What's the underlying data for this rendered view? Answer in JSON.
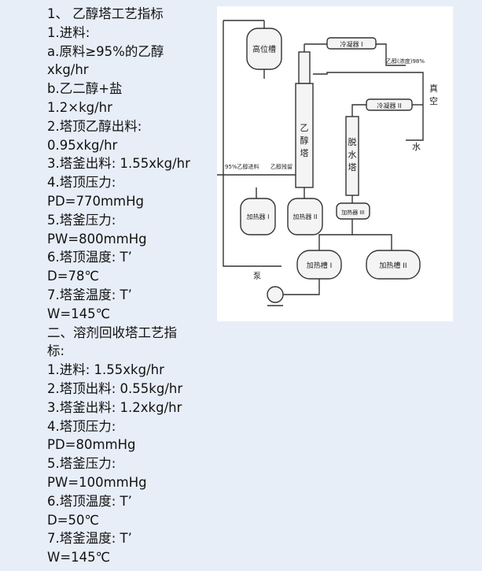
{
  "text_lines": [
    "1、  乙醇塔工艺指标",
    "1.进料:",
    "a.原料≥95%的乙醇",
    "xkg/hr",
    "b.乙二醇+盐",
    "1.2×kg/hr",
    "2.塔顶乙醇出料:",
    "0.95xkg/hr",
    "3.塔釜出料:    1.55xkg/hr",
    "4.塔顶压力:",
    "PD=770mmHg",
    "5.塔釜压力:",
    "PW=800mmHg",
    "6.塔顶温度:    T’",
    "D=78℃",
    "7.塔釜温度:    T’",
    "W=145℃",
    "二、溶剂回收塔工艺指",
    "标:",
    "1.进料:    1.55xkg/hr",
    "2.塔顶出料:    0.55kg/hr",
    "3.塔釜出料:    1.2xkg/hr",
    "4.塔顶压力:",
    "PD=80mmHg",
    "5.塔釜压力:",
    "PW=100mmHg",
    "6.塔顶温度:    T’",
    "D=50℃",
    "7.塔釜温度:    T’",
    "W=145℃"
  ],
  "diagram": {
    "high_tank": "高位槽",
    "condenser_1": "冷凝器 I",
    "condenser_2": "冷凝器 II",
    "ethanol_out": "乙醇(浓度)98%",
    "vacuum_1": "真",
    "vacuum_2": "空",
    "water": "水",
    "ethanol_tower_1": "乙",
    "ethanol_tower_2": "醇",
    "ethanol_tower_3": "塔",
    "dehydration_tower_1": "脱",
    "dehydration_tower_2": "水",
    "dehydration_tower_3": "塔",
    "feed_ethanol": "95%乙醇进料",
    "feed_glycol": "乙醇残留",
    "heater_1": "加热器 I",
    "heater_2": "加热器 II",
    "heater_3": "加热器 III",
    "pump": "泵",
    "heating_tank_1": "加热槽 I",
    "heating_tank_2": "加热槽 II"
  }
}
